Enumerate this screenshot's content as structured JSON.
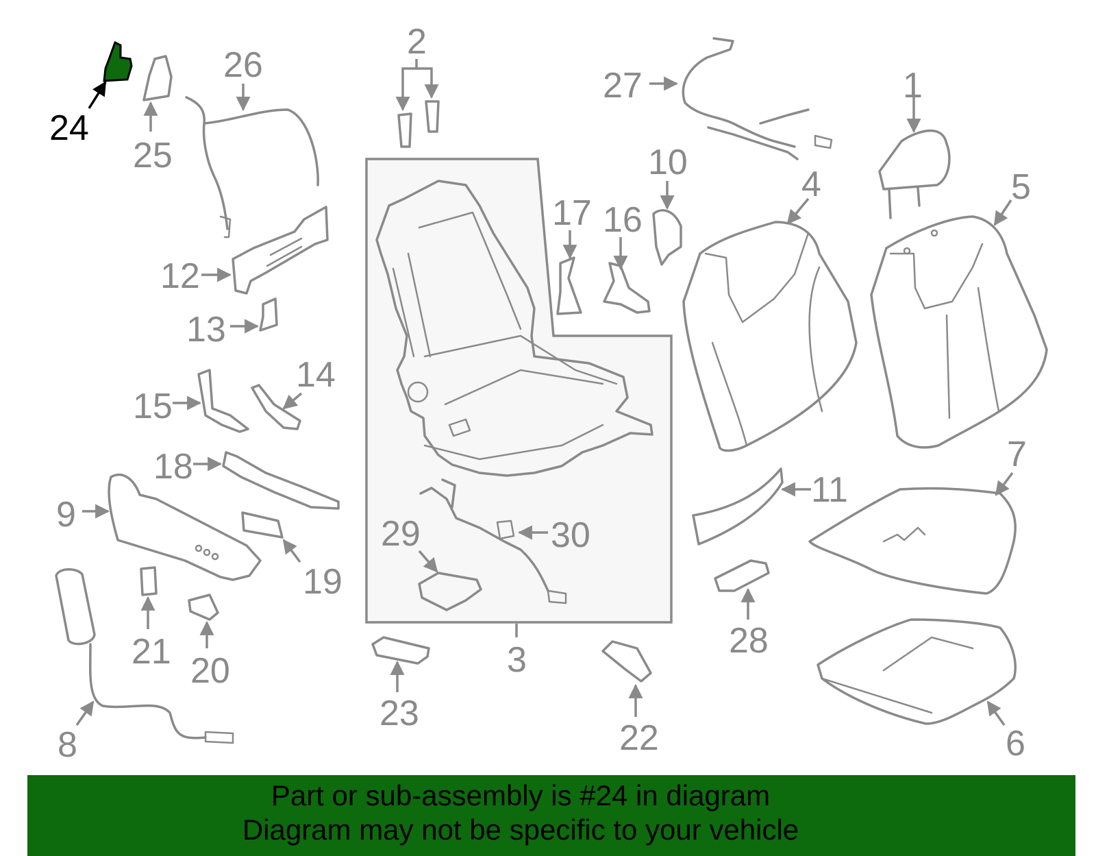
{
  "diagram": {
    "highlight_color": "#0d6b0d",
    "line_color": "#8a8a8a",
    "highlighted_callout": "24",
    "callouts": [
      "1",
      "2",
      "3",
      "4",
      "5",
      "6",
      "7",
      "8",
      "9",
      "10",
      "11",
      "12",
      "13",
      "14",
      "15",
      "16",
      "17",
      "18",
      "19",
      "20",
      "21",
      "22",
      "23",
      "24",
      "25",
      "26",
      "27",
      "28",
      "29",
      "30"
    ]
  },
  "banner": {
    "line1": "Part or sub-assembly is #24 in diagram",
    "line2": "Diagram may not be specific to your vehicle",
    "background": "#0d6b0d"
  }
}
